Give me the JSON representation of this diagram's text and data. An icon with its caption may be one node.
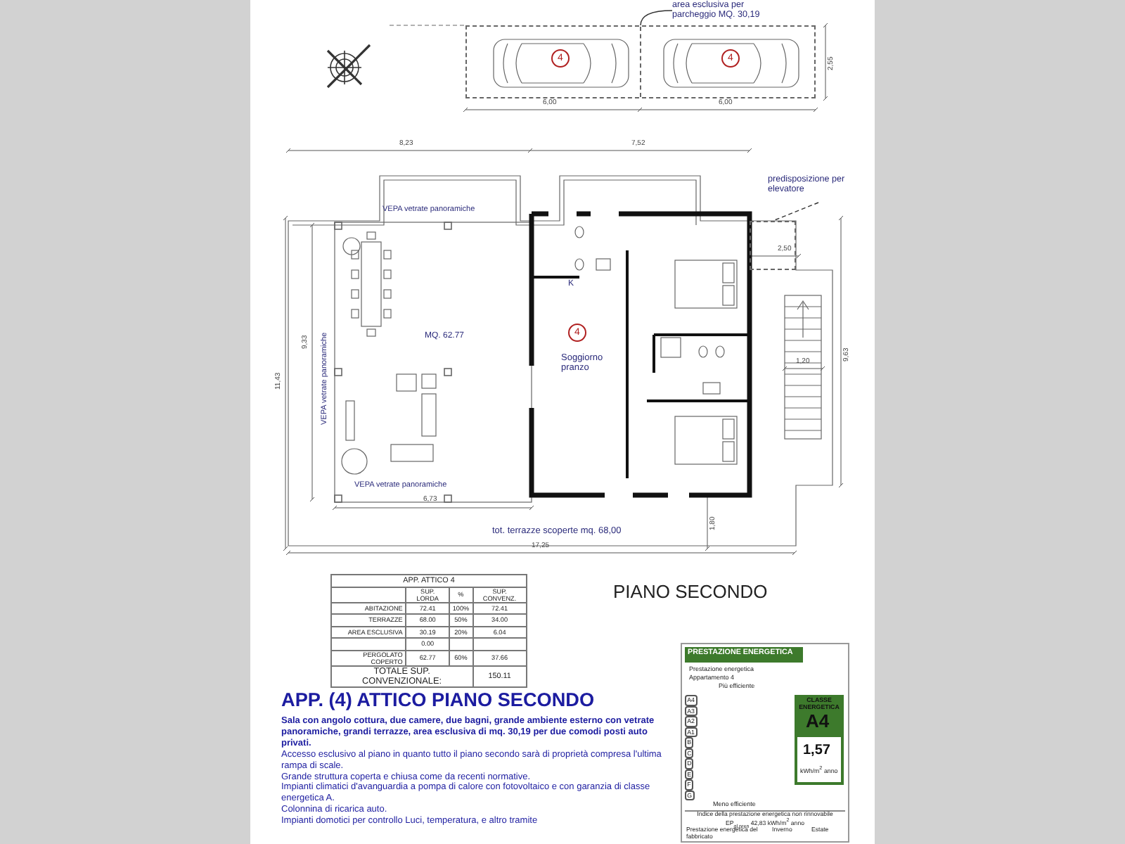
{
  "diagram": {
    "title": "APP. (4) ATTICO PIANO SECONDO",
    "nodes": [
      {
        "text": [
          "area esclusiva per parcheggio MQ. 30,19"
        ]
      },
      {
        "text": [],
        "shape": "box"
      },
      {
        "text": [
          "predisposizione per elevatore"
        ]
      },
      {
        "text": [],
        "shape": "box"
      }
    ],
    "edges": [
      {
        "from": 0,
        "to": 1,
        "arrow": "none"
      },
      {
        "from": 2,
        "to": 3,
        "arrow": "none",
        "style": "dashed"
      }
    ],
    "labels": [
      "6,00",
      "6,00",
      "2,55",
      "4",
      "4",
      "8,23",
      "7,52",
      "VEPA vetrate panoramiche",
      "MQ. 62.77",
      "9,33",
      "11,43",
      "VEPA vetrate panoramiche",
      "K",
      "4",
      "Soggiorno pranzo",
      "2,50",
      "1,20",
      "9,63",
      "VEPA vetrate panoramiche",
      "6,73",
      "1,80",
      "tot. terrazze scoperte mq. 68,00",
      "17,25",
      "PIANO SECONDO",
      "APP. ATTICO 4",
      "SUP. LORDA",
      "%",
      "SUP. CONVENZ.",
      "ABITAZIONE",
      "72.41",
      "100%",
      "72.41",
      "TERRAZZE",
      "68.00",
      "50%",
      "34.00",
      "AREA ESCLUSIVA",
      "30.19",
      "20%",
      "6.04",
      "0.00",
      "PERGOLATO COPERTO",
      "62.77",
      "60%",
      "37.66",
      "TOTALE SUP. CONVENZIONALE:",
      "150.11",
      "Sala con angolo cottura, due camere, due bagni, grande ambiente esterno con vetrate panoramiche, grandi terrazze, area esclusiva di mq. 30,19 per due comodi posti auto privati.",
      "Accesso esclusivo al piano in quanto tutto il piano secondo sarà di proprietà compresa l'ultima rampa di scale.",
      "Grande struttura coperta e chiusa come da recenti normative.",
      "Impianti climatici d'avanguardia a pompa di calore con fotovoltaico e con garanzia di classe energetica A.",
      "Colonnina di ricarica auto.",
      "Impianti domotici per controllo Luci, temperatura, e altro tramite",
      "PRESTAZIONE ENERGETICA",
      "Prestazione energetica",
      "Appartamento 4",
      "Più efficiente",
      "A4",
      "A3",
      "A2",
      "A1",
      "B",
      "C",
      "D",
      "E",
      "F",
      "G",
      "CLASSE ENERGETICA",
      "A4",
      "1,57",
      "kWh/m$^{2}$ anno",
      "Meno efficiente",
      "Indice della prestazione energetica non rinnovabile EP$_{gl,nren}$ 42,83 kWh/m$^{2}$ anno",
      "Prestazione energetica del fabbricato",
      "Inverno",
      "Estate"
    ]
  }
}
